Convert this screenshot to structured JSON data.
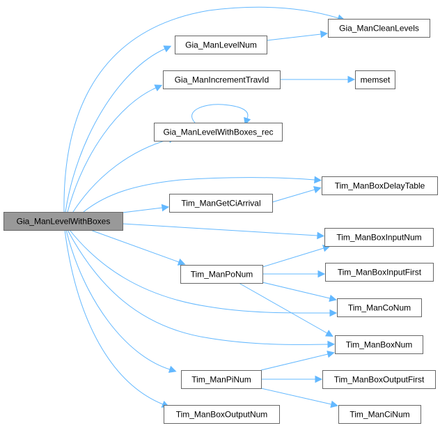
{
  "graph": {
    "type": "call-graph",
    "edge_color": "#63b8ff",
    "root_fill": "#999999",
    "node_fill": "#ffffff",
    "node_border": "#666666",
    "nodes": [
      {
        "id": "root",
        "label": "Gia_ManLevelWithBoxes",
        "root": true
      },
      {
        "id": "cleanlevels",
        "label": "Gia_ManCleanLevels"
      },
      {
        "id": "levelnum",
        "label": "Gia_ManLevelNum"
      },
      {
        "id": "inctravid",
        "label": "Gia_ManIncrementTravId"
      },
      {
        "id": "memset",
        "label": "memset"
      },
      {
        "id": "rec",
        "label": "Gia_ManLevelWithBoxes_rec"
      },
      {
        "id": "delaytable",
        "label": "Tim_ManBoxDelayTable"
      },
      {
        "id": "getciarrival",
        "label": "Tim_ManGetCiArrival"
      },
      {
        "id": "boxinputnum",
        "label": "Tim_ManBoxInputNum"
      },
      {
        "id": "ponum",
        "label": "Tim_ManPoNum"
      },
      {
        "id": "boxinputfirst",
        "label": "Tim_ManBoxInputFirst"
      },
      {
        "id": "conum",
        "label": "Tim_ManCoNum"
      },
      {
        "id": "boxnum",
        "label": "Tim_ManBoxNum"
      },
      {
        "id": "pinum",
        "label": "Tim_ManPiNum"
      },
      {
        "id": "boxoutputfirst",
        "label": "Tim_ManBoxOutputFirst"
      },
      {
        "id": "boxoutputnum",
        "label": "Tim_ManBoxOutputNum"
      },
      {
        "id": "cinum",
        "label": "Tim_ManCiNum"
      }
    ],
    "edges": [
      [
        "root",
        "cleanlevels"
      ],
      [
        "root",
        "levelnum"
      ],
      [
        "root",
        "inctravid"
      ],
      [
        "root",
        "rec"
      ],
      [
        "root",
        "delaytable"
      ],
      [
        "root",
        "getciarrival"
      ],
      [
        "root",
        "boxinputnum"
      ],
      [
        "root",
        "ponum"
      ],
      [
        "root",
        "conum"
      ],
      [
        "root",
        "boxnum"
      ],
      [
        "root",
        "pinum"
      ],
      [
        "root",
        "boxoutputnum"
      ],
      [
        "levelnum",
        "cleanlevels"
      ],
      [
        "inctravid",
        "memset"
      ],
      [
        "rec",
        "rec"
      ],
      [
        "getciarrival",
        "delaytable"
      ],
      [
        "ponum",
        "boxinputnum"
      ],
      [
        "ponum",
        "boxinputfirst"
      ],
      [
        "ponum",
        "conum"
      ],
      [
        "ponum",
        "boxnum"
      ],
      [
        "pinum",
        "boxnum"
      ],
      [
        "pinum",
        "boxoutputfirst"
      ],
      [
        "pinum",
        "cinum"
      ]
    ]
  }
}
